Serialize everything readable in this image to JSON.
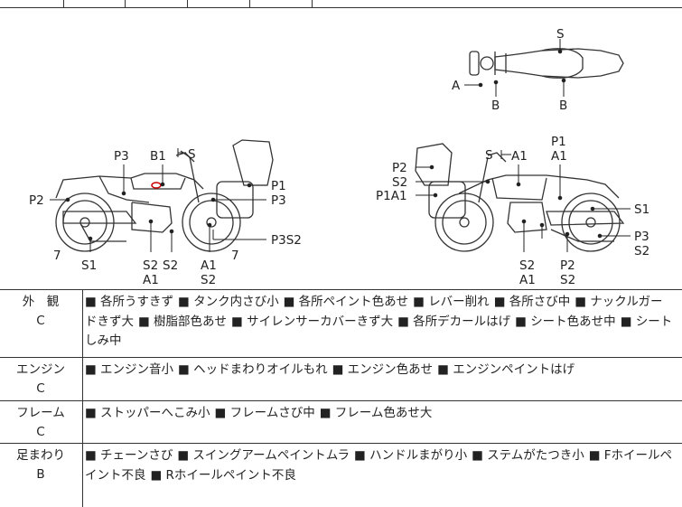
{
  "diagram": {
    "top_view_labels": {
      "s": "S",
      "a": "A",
      "b_left": "B",
      "b_right": "B"
    },
    "left_side_labels": {
      "p3": "P3",
      "b1": "B1",
      "s": "S",
      "p2": "P2",
      "p1": "P1",
      "p3_right": "P3",
      "p3s2": "P3S2",
      "seven_left": "7",
      "s1": "S1",
      "s2": "S2",
      "s2b": "S2",
      "a1": "A1",
      "a1b": "A1",
      "s2c": "S2",
      "seven_right": "7"
    },
    "right_side_labels": {
      "s": "S",
      "a1_top": "A1",
      "p1": "P1",
      "a1": "A1",
      "p2": "P2",
      "s2": "S2",
      "p1a1": "P1A1",
      "s1": "S1",
      "p3": "P3",
      "s2_right": "S2",
      "s2_bottom": "S2",
      "a1_bottom": "A1",
      "p2_bottom": "P2",
      "s2_bottom2": "S2"
    }
  },
  "sections": [
    {
      "name": "外　観",
      "grade": "C",
      "items": [
        "各所うすきず",
        "タンク内さび小",
        "各所ペイント色あせ",
        "レバー削れ",
        "各所さび中",
        "ナックルガードきず大",
        "樹脂部色あせ",
        "サイレンサーカバーきず大",
        "各所デカールはげ",
        "シート色あせ中",
        "シートしみ中"
      ]
    },
    {
      "name": "エンジン",
      "grade": "C",
      "items": [
        "エンジン音小",
        "ヘッドまわりオイルもれ",
        "エンジン色あせ",
        "エンジンペイントはげ"
      ]
    },
    {
      "name": "フレーム",
      "grade": "C",
      "items": [
        "ストッパーへこみ小",
        "フレームさび中",
        "フレーム色あせ大"
      ]
    },
    {
      "name": "足まわり",
      "grade": "B",
      "items": [
        "チェーンさび",
        "スイングアームペイントムラ",
        "ハンドルまがり小",
        "ステムがたつき小",
        "Fホイールペイント不良",
        "Rホイールペイント不良"
      ]
    }
  ]
}
